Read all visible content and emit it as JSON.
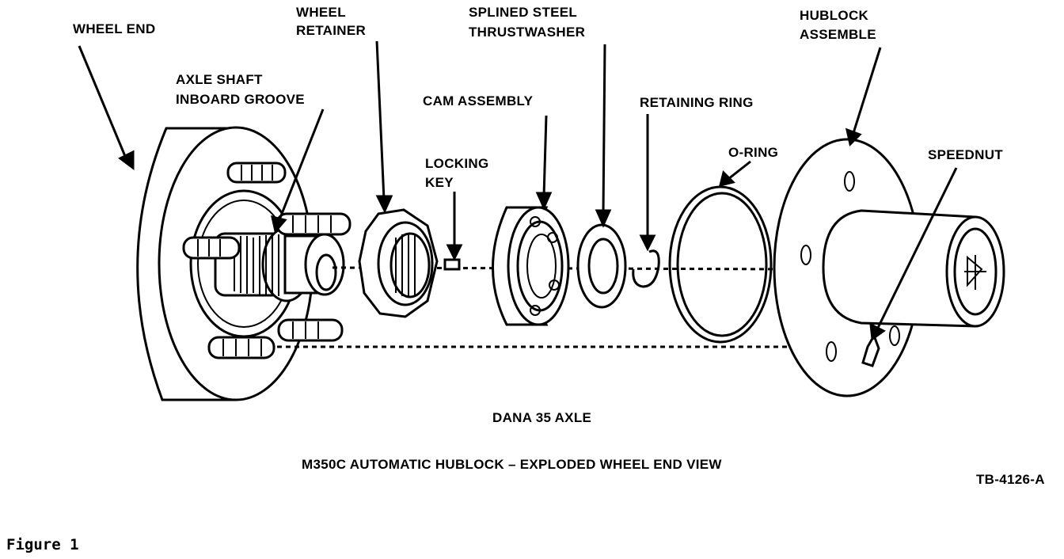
{
  "labels": {
    "wheel_end": "WHEEL END",
    "wheel_retainer": [
      "WHEEL",
      "RETAINER"
    ],
    "splined_washer": [
      "SPLINED STEEL",
      "THRUSTWASHER"
    ],
    "hublock_assemble": [
      "HUBLOCK",
      "ASSEMBLE"
    ],
    "axle_shaft_groove": [
      "AXLE SHAFT",
      "INBOARD GROOVE"
    ],
    "cam_assembly": "CAM ASSEMBLY",
    "retaining_ring": "RETAINING RING",
    "locking_key": [
      "LOCKING",
      "KEY"
    ],
    "o_ring": "O-RING",
    "speednut": "SPEEDNUT"
  },
  "captions": {
    "axle": "DANA 35 AXLE",
    "title": "M350C AUTOMATIC HUBLOCK – EXPLODED WHEEL END VIEW",
    "ref": "TB-4126-A"
  },
  "figure_label": "Figure 1",
  "colors": {
    "ink": "#000000",
    "paper": "#ffffff"
  }
}
